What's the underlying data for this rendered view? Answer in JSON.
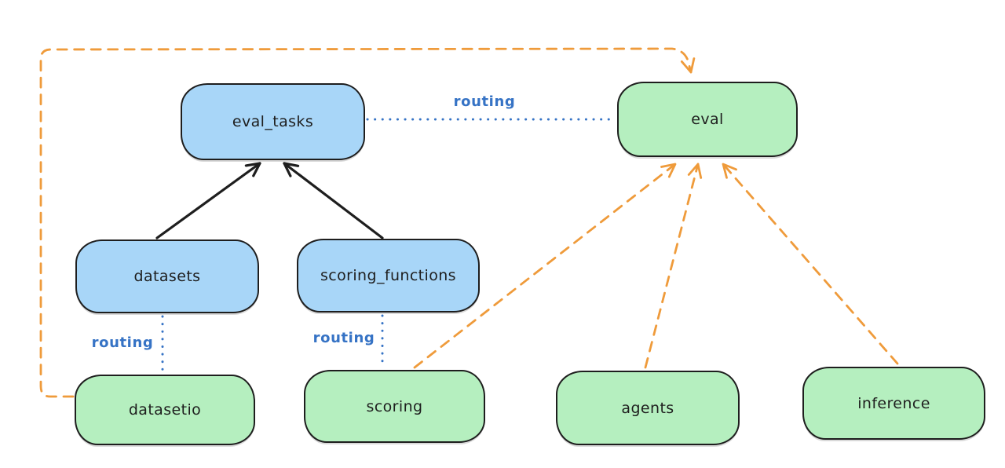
{
  "colors": {
    "background": "#ffffff",
    "stroke": "#1e1e1e",
    "resource_fill": "#a8d6f8",
    "provider_fill": "#b5efbf",
    "routing_color": "#3673c5",
    "dependency_color": "#ef9b3b"
  },
  "nodes": {
    "eval_tasks": {
      "label": "eval_tasks",
      "fill": "blue"
    },
    "eval": {
      "label": "eval",
      "fill": "green"
    },
    "datasets": {
      "label": "datasets",
      "fill": "blue"
    },
    "scoring_functions": {
      "label": "scoring_functions",
      "fill": "blue"
    },
    "datasetio": {
      "label": "datasetio",
      "fill": "green"
    },
    "scoring": {
      "label": "scoring",
      "fill": "green"
    },
    "agents": {
      "label": "agents",
      "fill": "green"
    },
    "inference": {
      "label": "inference",
      "fill": "green"
    }
  },
  "edge_labels": {
    "routing": "routing"
  },
  "edges": [
    {
      "from": "datasets",
      "to": "eval_tasks",
      "style": "solid-arrow",
      "color": "#1e1e1e"
    },
    {
      "from": "scoring_functions",
      "to": "eval_tasks",
      "style": "solid-arrow",
      "color": "#1e1e1e"
    },
    {
      "from": "eval_tasks",
      "to": "eval",
      "style": "dotted",
      "color": "#3673c5",
      "label": "routing"
    },
    {
      "from": "datasets",
      "to": "datasetio",
      "style": "dotted",
      "color": "#3673c5",
      "label": "routing"
    },
    {
      "from": "scoring_functions",
      "to": "scoring",
      "style": "dotted",
      "color": "#3673c5",
      "label": "routing"
    },
    {
      "from": "datasetio",
      "to": "eval",
      "style": "dashed-arrow",
      "color": "#ef9b3b"
    },
    {
      "from": "scoring",
      "to": "eval",
      "style": "dashed-arrow",
      "color": "#ef9b3b"
    },
    {
      "from": "agents",
      "to": "eval",
      "style": "dashed-arrow",
      "color": "#ef9b3b"
    },
    {
      "from": "inference",
      "to": "eval",
      "style": "dashed-arrow",
      "color": "#ef9b3b"
    }
  ]
}
